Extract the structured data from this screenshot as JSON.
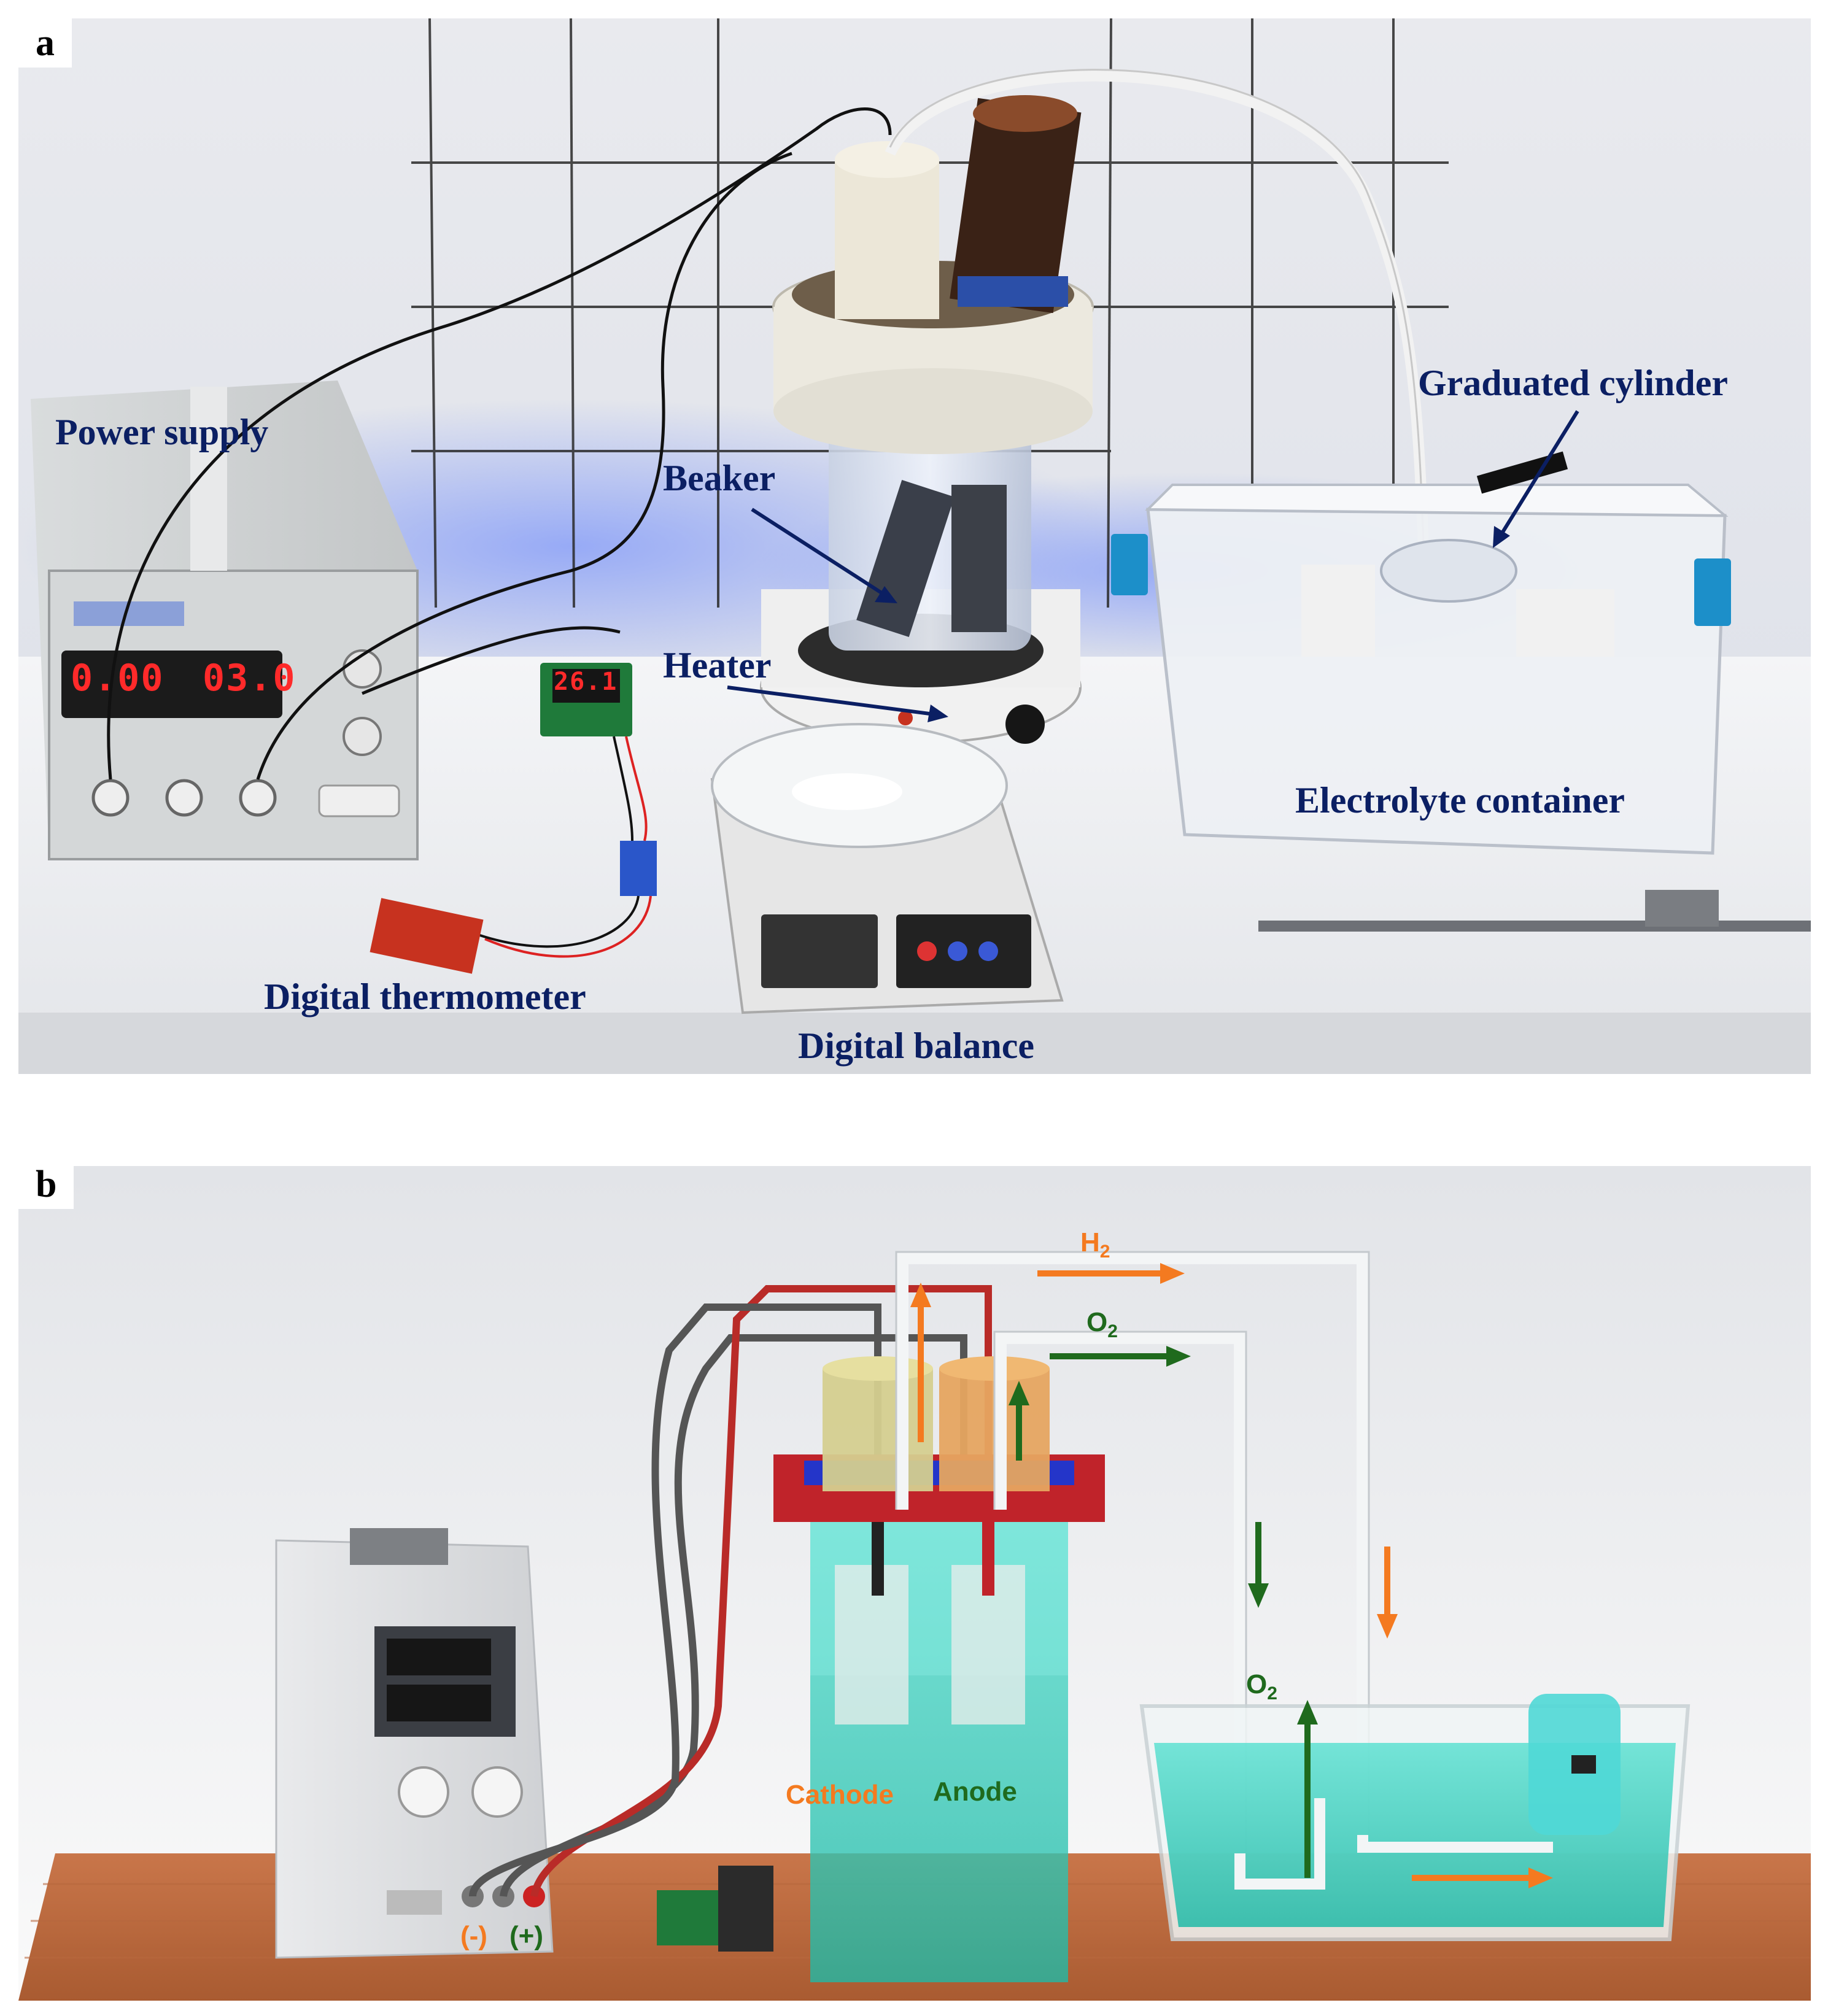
{
  "panel_a": {
    "letter": "a",
    "labels": {
      "power_supply": "Power supply",
      "beaker": "Beaker",
      "heater": "Heater",
      "graduated_cylinder": "Graduated cylinder",
      "electrolyte_container": "Electrolyte container",
      "digital_thermometer": "Digital thermometer",
      "digital_balance": "Digital balance"
    },
    "display_left": "0.00",
    "display_right": "03.0",
    "thermo_display": "26.1"
  },
  "panel_b": {
    "letter": "b",
    "h2": "H",
    "o2": "O",
    "sub2": "2",
    "cathode": "Cathode",
    "anode": "Anode",
    "minus": "(-)",
    "plus": "(+)"
  },
  "colors": {
    "label_blue": "#0b1f63",
    "h2_orange": "#f47a20",
    "o2_green": "#1f6a1d",
    "electrolyte": "#2fd1bf"
  }
}
